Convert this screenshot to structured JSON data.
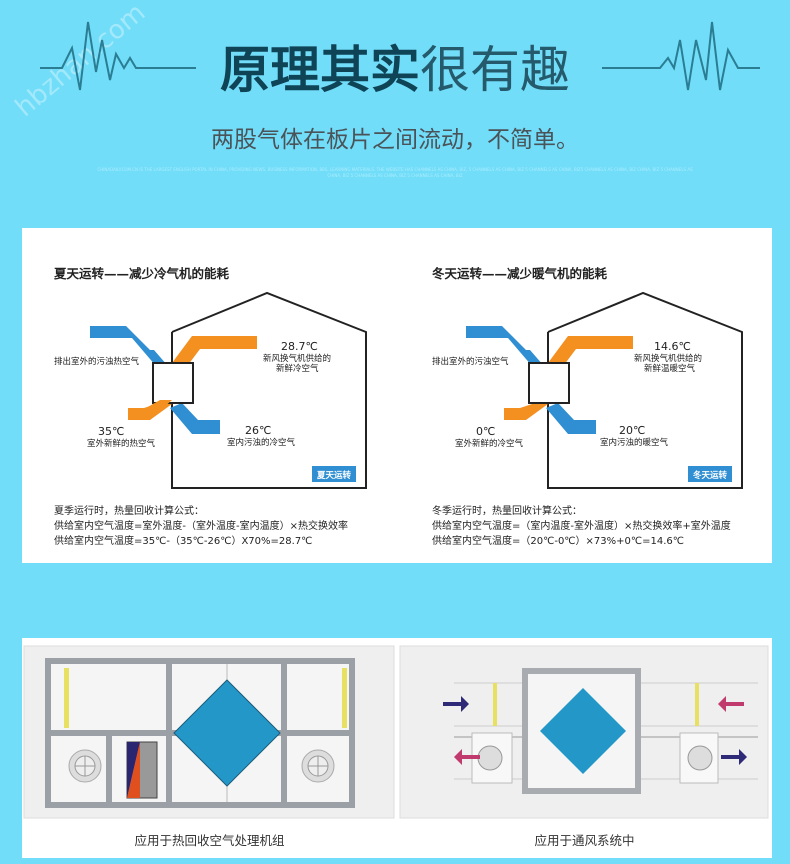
{
  "header": {
    "title_bold": "原理其实",
    "title_light": "很有趣",
    "subtitle": "两股气体在板片之间流动，不简单。",
    "fine_print": "CHINADAILY.COM.CN IS THE LARGEST ENGLISH PORTAL IN CHINA, PROVIDING NEWS, BUSINESS INFORMATION, BBS, LEARNING MATERIALS. THE WEBSITE HAS CHANNELS AS CHINA, BIZ, 5 CHANNELS AS CHINA, BIZ 5 CHANNELS AS CHINA, BIZ5 CHANNELS AS CHINA, BIZ CHINA, BIZ 5 CHANNELS AS CHINA, BIZ 5 CHANNELS AS CHINA, BIZ 5 CHANNELS AS CHINA, BIZ",
    "watermark": "hbzhan.com"
  },
  "summer": {
    "title": "夏天运转——减少冷气机的能耗",
    "exhaust_label": "排出室外的污浊热空气",
    "supply_temp": "28.7℃",
    "supply_label_1": "新风换气机供给的",
    "supply_label_2": "新鲜冷空气",
    "outdoor_temp": "35℃",
    "outdoor_label": "室外新鲜的热空气",
    "indoor_temp": "26℃",
    "indoor_label": "室内污浊的冷空气",
    "badge": "夏天运转",
    "formula_1": "夏季运行时，热量回收计算公式：",
    "formula_2": "供给室内空气温度=室外温度-（室外温度-室内温度）×热交换效率",
    "formula_3": "供给室内空气温度=35℃-（35℃-26℃）X70%=28.7℃"
  },
  "winter": {
    "title": "冬天运转——减少暖气机的能耗",
    "exhaust_label": "排出室外的污浊空气",
    "supply_temp": "14.6℃",
    "supply_label_1": "新风换气机供给的",
    "supply_label_2": "新鲜温暖空气",
    "outdoor_temp": "0℃",
    "outdoor_label": "室外新鲜的冷空气",
    "indoor_temp": "20℃",
    "indoor_label": "室内污浊的暖空气",
    "badge": "冬天运转",
    "formula_1": "冬季运行时，热量回收计算公式：",
    "formula_2": "供给室内空气温度=（室内温度-室外温度）×热交换效率+室外温度",
    "formula_3": "供给室内空气温度=（20℃-0℃）×73%+0℃=14.6℃"
  },
  "applications": {
    "left_caption": "应用于热回收空气处理机组",
    "right_caption": "应用于通风系统中"
  },
  "colors": {
    "background": "#72ddf9",
    "blue": "#2f8fd2",
    "orange": "#f39020",
    "core": "#2497c9"
  }
}
